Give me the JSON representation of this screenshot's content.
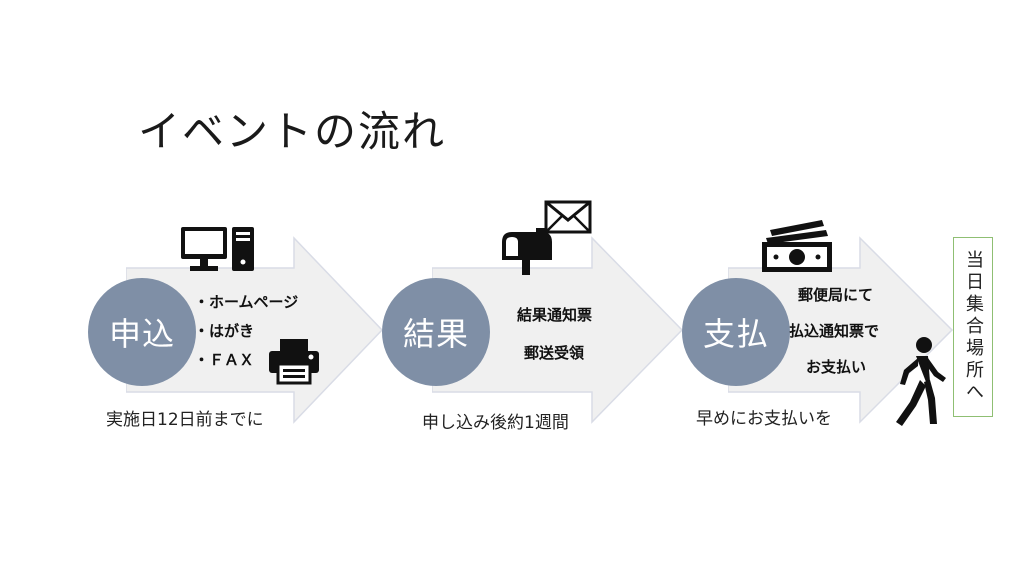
{
  "title": "イベントの流れ",
  "steps": [
    {
      "circle": "申込",
      "items": [
        "・ホームページ",
        "・はがき",
        "・ＦＡＸ"
      ],
      "caption": "実施日12日前までに",
      "icons": [
        "computer-icon",
        "printer-icon"
      ]
    },
    {
      "circle": "結果",
      "items": [
        "結果通知票",
        "郵送受領"
      ],
      "caption": "申し込み後約1週間",
      "icons": [
        "mailbox-icon",
        "envelope-icon"
      ]
    },
    {
      "circle": "支払",
      "items": [
        "郵便局にて",
        "払込通知票で",
        "お支払い"
      ],
      "caption": "早めにお支払いを",
      "icons": [
        "money-icon",
        "walking-person-icon"
      ]
    }
  ],
  "final_box": "当日集合場所へ",
  "colors": {
    "arrow_fill": "#f0f0f0",
    "arrow_stroke": "#d9dce6",
    "circle": "#7f8fa6",
    "box_border": "#8fbf73"
  }
}
